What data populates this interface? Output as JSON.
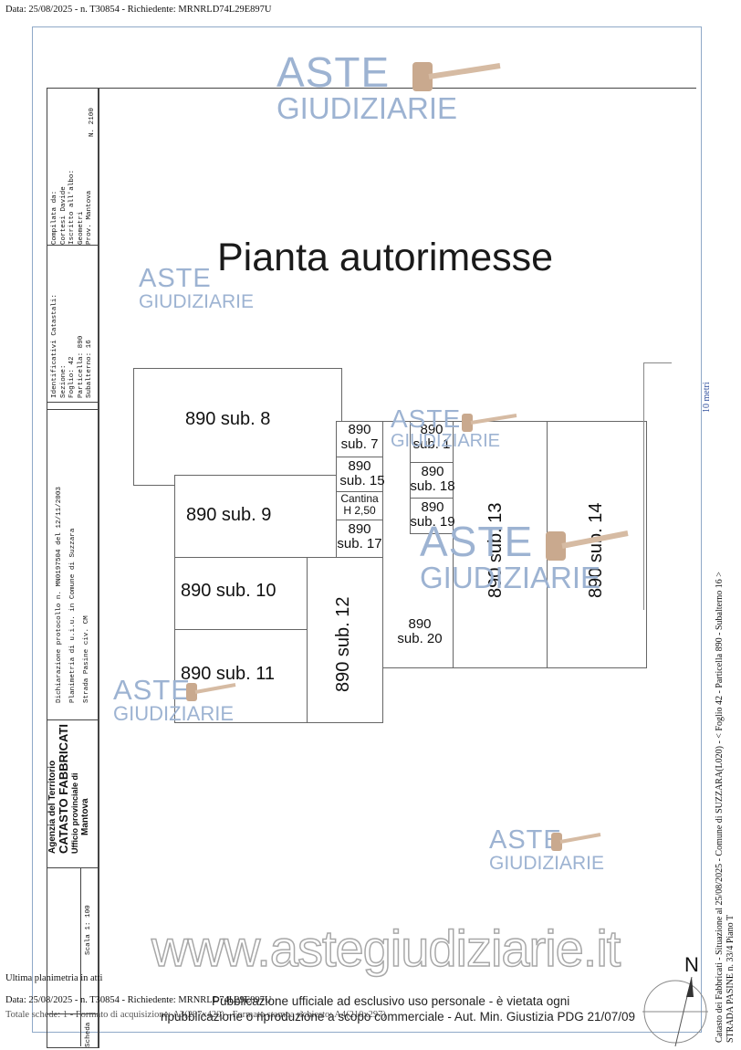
{
  "header": {
    "line": "Data: 25/08/2025 - n. T30854 - Richiedente: MRNRLD74L29E897U"
  },
  "title_block": {
    "compiled": [
      "Compilata da:",
      "Cortesi Davide",
      "Iscritto all'albo:",
      "Geometri",
      "Prov. Mantova",
      "N. 2100"
    ],
    "identifiers": [
      "Identificativi Catastali:",
      "Sezione:",
      "Foglio: 42",
      "Particella: 890",
      "Subalterno: 16"
    ],
    "declaration": [
      "Dichiarazione protocollo n.   MN0197504 del    12/11/2003",
      "Planimetria di u.i.u. in Comune di Suzzara",
      "Strada Pasine                                  civ. CM"
    ],
    "agency": [
      "Agenzia del Territorio",
      "CATASTO FABBRICATI",
      "Ufficio provinciale di",
      "Mantova"
    ],
    "scale": "Scala 1: 100",
    "scheda": "Scheda"
  },
  "plan": {
    "title": "Pianta autorimesse",
    "units": {
      "sub8": "890 sub. 8",
      "sub9": "890 sub. 9",
      "sub10": "890 sub. 10",
      "sub11": "890 sub. 11",
      "sub12": "890 sub. 12",
      "sub13": "890 sub. 13",
      "sub14": "890 sub. 14",
      "sub7": [
        "890",
        "sub. 7"
      ],
      "sub15": [
        "890",
        "sub. 15"
      ],
      "cantina": [
        "Cantina",
        "H 2,50"
      ],
      "sub17": [
        "890",
        "sub. 17"
      ],
      "sub1": [
        "890",
        "sub. 1"
      ],
      "sub18": [
        "890",
        "sub. 18"
      ],
      "sub19": [
        "890",
        "sub. 19"
      ],
      "sub20": [
        "890",
        "sub. 20"
      ]
    },
    "north": "N",
    "scale_bar": "10 metri"
  },
  "side_text": {
    "line1": "Catasto dei Fabbricati - Situazione al 25/08/2025 - Comune di SUZZARA(L020) - < Foglio 42 - Particella 890 - Subalterno 16 >",
    "line2": "STRADA PASINE n. 33/4 Piano T"
  },
  "watermarks": {
    "aste": "ASTE",
    "giudiziarie": "GIUDIZIARIE",
    "site": "www.astegiudiziarie.it"
  },
  "footer": {
    "ultima": "Ultima planimetria in atti",
    "data_line": "Data: 25/08/2025 - n. T30854 - Richiedente: MRNRLD74L29E897U",
    "totale_line": "Totale schede: 1 - Formato di acquisizione: A3(297x420) - Formato stampa richiesto: A4(210x297)",
    "notice1": "Pubblicazione ufficiale ad esclusivo uso personale - è vietata ogni",
    "notice2": "ripubblicazione o riproduzione a scopo commerciale - Aut. Min. Giustizia PDG 21/07/09"
  },
  "colors": {
    "watermark": "#9db3d2",
    "frame": "#8fa9c8",
    "walls": "#666666"
  }
}
